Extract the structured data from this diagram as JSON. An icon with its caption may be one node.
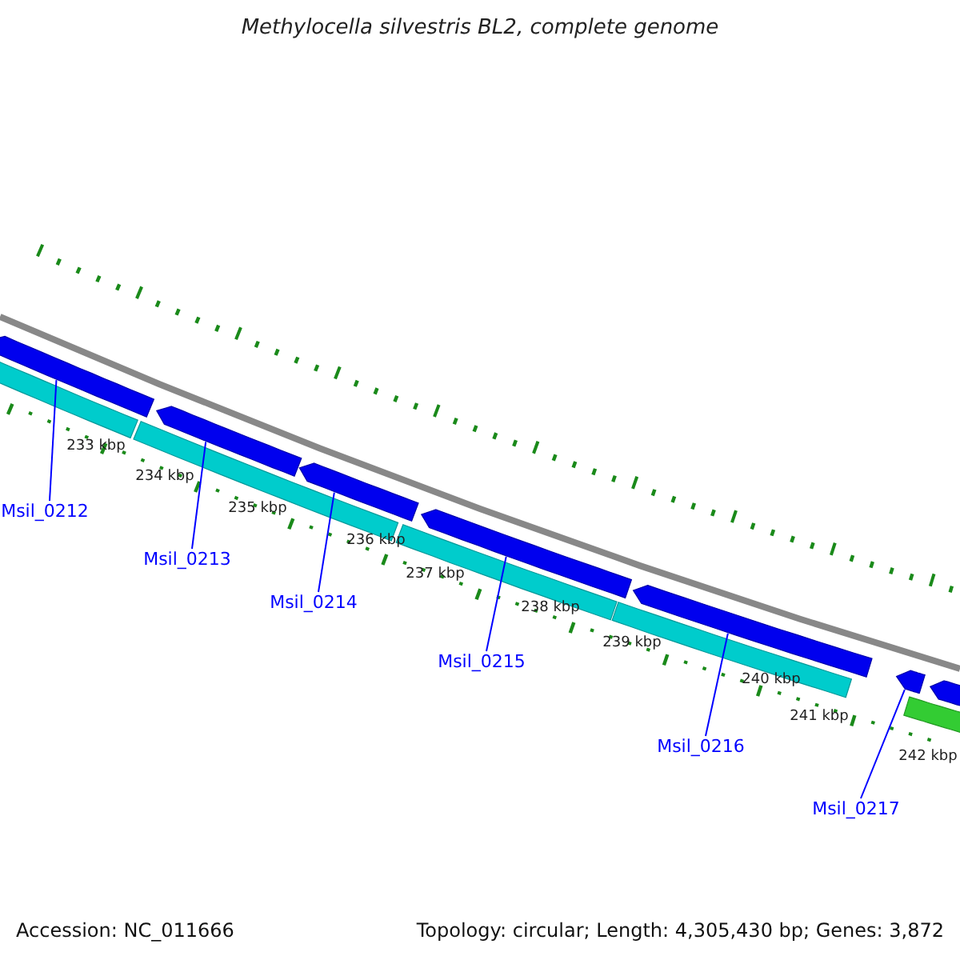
{
  "diagram": {
    "title": "Methylocella silvestris BL2, complete genome",
    "nodes": [
      {
        "text": [
          "Msil_0212"
        ]
      },
      {
        "text": [
          "Msil_0213"
        ]
      },
      {
        "text": [
          "Msil_0214"
        ]
      },
      {
        "text": [
          "Msil_0215"
        ]
      },
      {
        "text": [
          "Msil_0216"
        ]
      },
      {
        "text": [
          "Msil_0217"
        ]
      },
      {
        "text": [],
        "shape": "bar"
      },
      {
        "text": [],
        "shape": "bar"
      },
      {
        "text": [],
        "shape": "bar"
      },
      {
        "text": [],
        "shape": "bar"
      },
      {
        "text": [],
        "shape": "bar"
      },
      {
        "text": [],
        "shape": "bar"
      },
      {
        "text": [],
        "shape": "bar"
      }
    ],
    "edges": [
      {
        "from": 0,
        "to": 6,
        "arrow": "none"
      },
      {
        "from": 1,
        "to": 7,
        "arrow": "none"
      },
      {
        "from": 2,
        "to": 8,
        "arrow": "none"
      },
      {
        "from": 3,
        "to": 9,
        "arrow": "none"
      },
      {
        "from": 4,
        "to": 10,
        "arrow": "none"
      },
      {
        "from": 5,
        "to": 11,
        "arrow": "none"
      }
    ],
    "labels": [
      "233 kbp",
      "234 kbp",
      "235 kbp",
      "236 kbp",
      "237 kbp",
      "238 kbp",
      "239 kbp",
      "240 kbp",
      "241 kbp",
      "242 kbp",
      "Accession: NC_011666",
      "Topology: circular; Length: 4,305,430 bp; Genes: 3,872"
    ]
  }
}
